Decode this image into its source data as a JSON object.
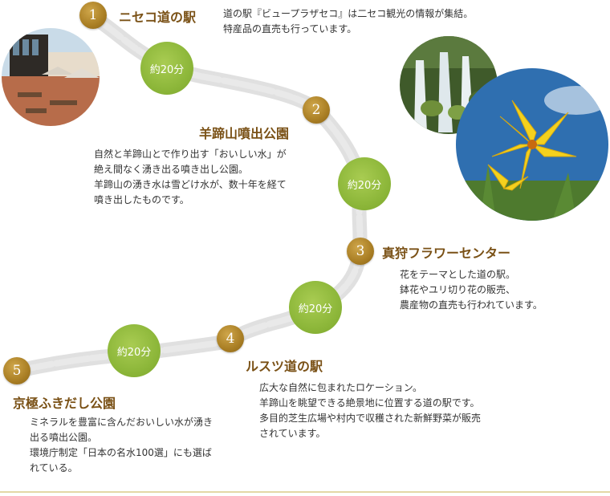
{
  "stations": [
    {
      "number": "1",
      "name": "ニセコ道の駅",
      "description": [
        "道の駅『ビュープラザセコ』は二セコ観光の情報が集結。",
        "特産品の直売も行っています。"
      ]
    },
    {
      "number": "2",
      "name": "羊蹄山噴出公園",
      "description": [
        "自然と羊蹄山とで作り出す「おいしい水」が",
        "絶え間なく湧き出る噴き出し公園。",
        "羊蹄山の湧き水は雪どけ水が、数十年を経て",
        "噴き出したものです。"
      ]
    },
    {
      "number": "3",
      "name": "真狩フラワーセンター",
      "description": [
        "花をテーマとした道の駅。",
        "鉢花やユリ切り花の販売、",
        "農産物の直売も行われています。"
      ]
    },
    {
      "number": "4",
      "name": "ルスツ道の駅",
      "description": [
        "広大な自然に包まれたロケーション。",
        "羊蹄山を眺望できる絶景地に位置する道の駅です。",
        "多目的芝生広場や村内で収穫された新鮮野菜が販売",
        "されています。"
      ]
    },
    {
      "number": "5",
      "name": "京極ふきだし公園",
      "description": [
        "ミネラルを豊富に含んだおいしい水が湧き",
        "出る噴出公園。",
        "環境庁制定「日本の名水100選」にも選ば",
        "れている。"
      ]
    }
  ],
  "durations": [
    "約20分",
    "約20分",
    "約20分",
    "約20分"
  ],
  "colors": {
    "number_badge": "#a97e24",
    "duration_badge": "#8db73a",
    "title": "#7a5116",
    "route": "#dcdcdc"
  }
}
